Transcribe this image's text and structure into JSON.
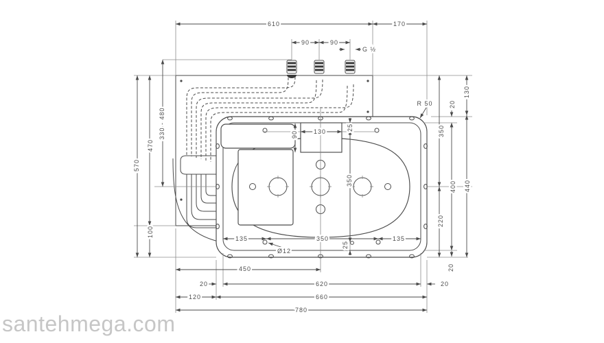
{
  "watermark": {
    "text": "santehmega.com"
  },
  "colors": {
    "drawing_line": "#4a4a4a",
    "extension_line": "#8c8c8c",
    "label_text": "#4d4d4d",
    "watermark_text": "#c6c6c6",
    "background": "#ffffff"
  },
  "drawing": {
    "kind": "installation dimension drawing",
    "labels": [
      {
        "t": "610"
      },
      {
        "t": "170"
      },
      {
        "t": "90"
      },
      {
        "t": "90"
      },
      {
        "t": "G ½"
      },
      {
        "t": "R 50"
      },
      {
        "t": "570"
      },
      {
        "t": "470"
      },
      {
        "t": "330 - 480"
      },
      {
        "t": "100"
      },
      {
        "t": "130"
      },
      {
        "t": "20"
      },
      {
        "t": "350"
      },
      {
        "t": "400"
      },
      {
        "t": "440"
      },
      {
        "t": "220"
      },
      {
        "t": "20"
      },
      {
        "t": "90"
      },
      {
        "t": "130"
      },
      {
        "t": "25"
      },
      {
        "t": "350"
      },
      {
        "t": "25"
      },
      {
        "t": "135"
      },
      {
        "t": "350"
      },
      {
        "t": "135"
      },
      {
        "t": "Ø12"
      },
      {
        "t": "450"
      },
      {
        "t": "20"
      },
      {
        "t": "620"
      },
      {
        "t": "20"
      },
      {
        "t": "120"
      },
      {
        "t": "660"
      },
      {
        "t": "780"
      }
    ]
  }
}
